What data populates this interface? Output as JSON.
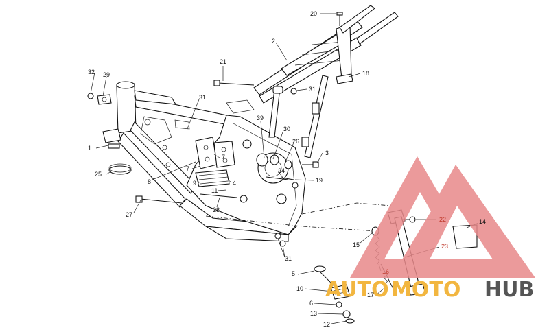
{
  "diagram": {
    "callouts": [
      {
        "id": "c20",
        "label": "20"
      },
      {
        "id": "c2",
        "label": "2"
      },
      {
        "id": "c32",
        "label": "32"
      },
      {
        "id": "c29",
        "label": "29"
      },
      {
        "id": "c21",
        "label": "21"
      },
      {
        "id": "c18",
        "label": "18"
      },
      {
        "id": "c31a",
        "label": "31"
      },
      {
        "id": "c31b",
        "label": "31"
      },
      {
        "id": "c39",
        "label": "39"
      },
      {
        "id": "c30",
        "label": "30"
      },
      {
        "id": "c26",
        "label": "26"
      },
      {
        "id": "c3",
        "label": "3"
      },
      {
        "id": "c1",
        "label": "1"
      },
      {
        "id": "c7a",
        "label": "7"
      },
      {
        "id": "c7b",
        "label": "7"
      },
      {
        "id": "c24",
        "label": "24"
      },
      {
        "id": "c25",
        "label": "25"
      },
      {
        "id": "c8",
        "label": "8"
      },
      {
        "id": "c9",
        "label": "9"
      },
      {
        "id": "c4",
        "label": "4"
      },
      {
        "id": "c19",
        "label": "19"
      },
      {
        "id": "c11",
        "label": "11"
      },
      {
        "id": "c27",
        "label": "27"
      },
      {
        "id": "c28",
        "label": "28"
      },
      {
        "id": "c22",
        "label": "22"
      },
      {
        "id": "c14",
        "label": "14"
      },
      {
        "id": "c15",
        "label": "15"
      },
      {
        "id": "c23",
        "label": "23"
      },
      {
        "id": "c16",
        "label": "16"
      },
      {
        "id": "c31c",
        "label": "31"
      },
      {
        "id": "c5",
        "label": "5"
      },
      {
        "id": "c10",
        "label": "10"
      },
      {
        "id": "c17",
        "label": "17"
      },
      {
        "id": "c6",
        "label": "6"
      },
      {
        "id": "c13",
        "label": "13"
      },
      {
        "id": "c12",
        "label": "12"
      }
    ]
  },
  "watermark": {
    "text_part1": "AUTO",
    "text_part2": "MOTO",
    "text_part3": "HUB",
    "color_red": "#e8888a",
    "color_orange": "#f2b640",
    "color_gray": "#555555"
  }
}
